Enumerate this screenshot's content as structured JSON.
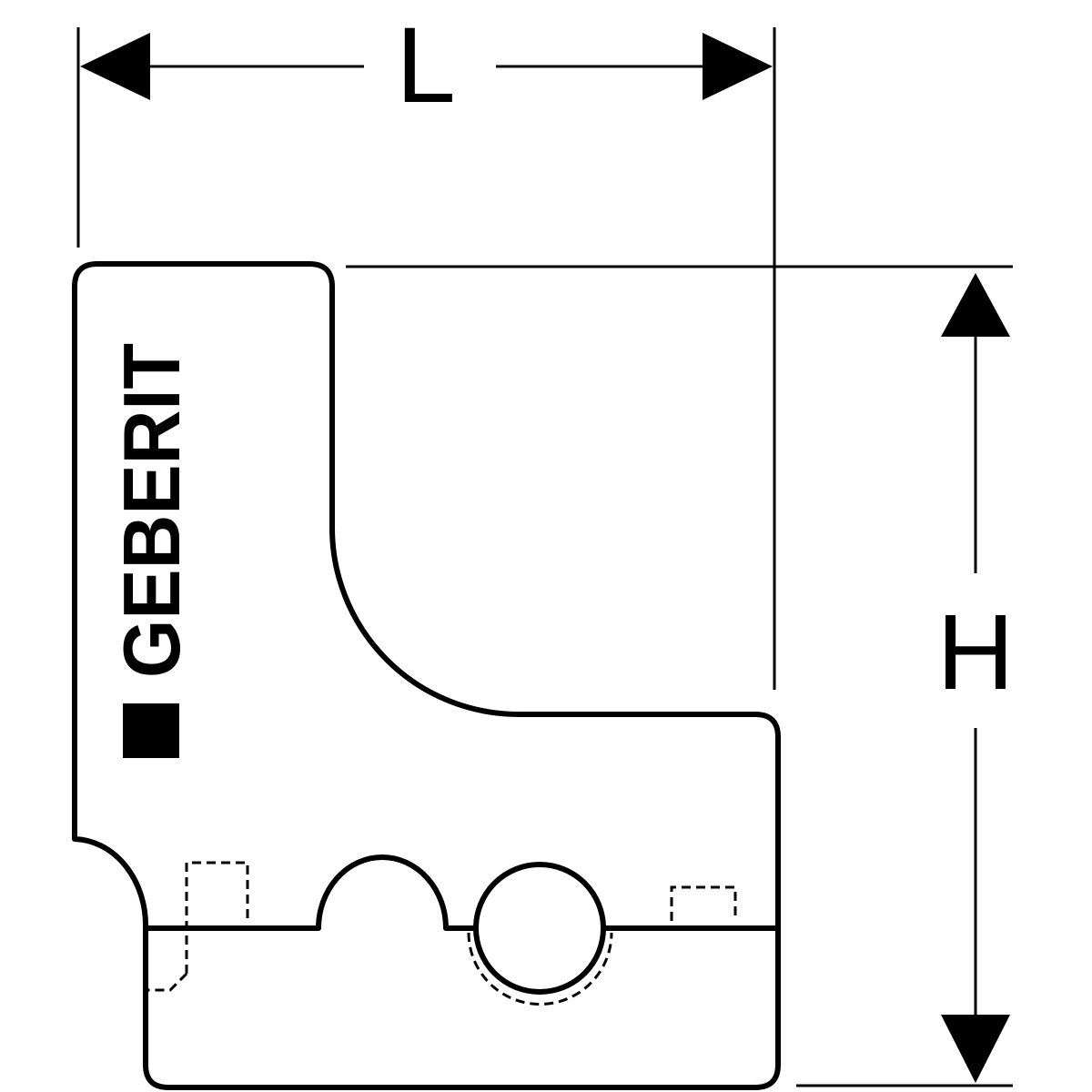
{
  "drawing": {
    "dimension_length_label": "L",
    "dimension_height_label": "H",
    "logo_text": "GEBERIT",
    "line_color": "#000000",
    "background_color": "#ffffff"
  }
}
